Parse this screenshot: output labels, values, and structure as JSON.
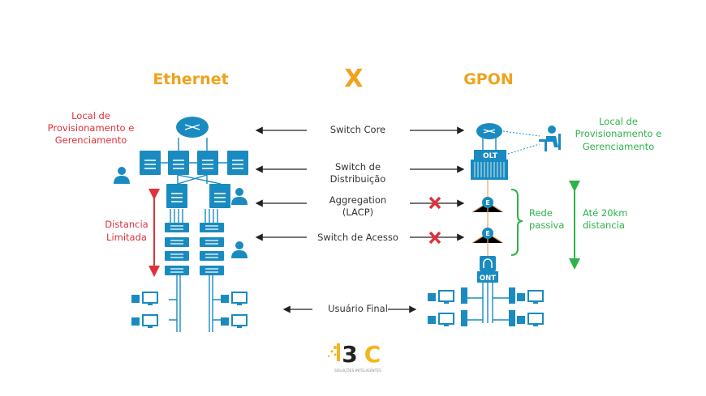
{
  "titles": {
    "left": "Ethernet",
    "vs": "X",
    "right": "GPON"
  },
  "left": {
    "provisioning": [
      "Local de",
      "Provisionamento e",
      "Gerenciamento"
    ],
    "distance": [
      "Distancia",
      "Limitada"
    ]
  },
  "center": {
    "layers": [
      [
        "Switch Core"
      ],
      [
        "Switch de",
        "Distribuição"
      ],
      [
        "Aggregation",
        "(LACP)"
      ],
      [
        "Switch de Acesso"
      ],
      [
        "Usuário Final"
      ]
    ]
  },
  "right": {
    "provisioning": [
      "Local de",
      "Provisionamento e",
      "Gerenciamento"
    ],
    "olt": "OLT",
    "ont": "ONT",
    "passive": [
      "Rede",
      "passiva"
    ],
    "distance": [
      "Até 20km",
      "distancia"
    ]
  },
  "logo": {
    "text": "i3C",
    "tagline": "SOLUÇÕES INTELIGENTES"
  },
  "colors": {
    "ethernet_title": "#f0a21c",
    "devices": "#1a8bc0",
    "limited": "#e0303a",
    "passive": "#2fb24a",
    "blocked": "#e0303a"
  }
}
